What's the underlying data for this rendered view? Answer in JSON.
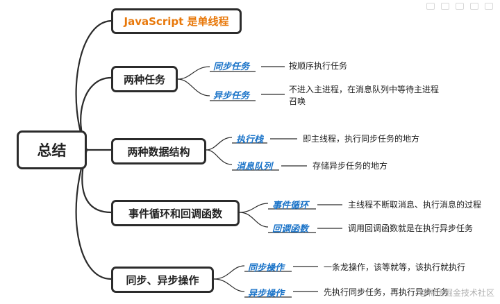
{
  "root": "总结",
  "branches": [
    {
      "label": "JavaScript 是单线程",
      "children": []
    },
    {
      "label": "两种任务",
      "children": [
        {
          "label": "同步任务",
          "desc": "按顺序执行任务"
        },
        {
          "label": "异步任务",
          "desc": "不进入主进程，在消息队列中等待主进程\n召唤"
        }
      ]
    },
    {
      "label": "两种数据结构",
      "children": [
        {
          "label": "执行栈",
          "desc": "即主线程，执行同步任务的地方"
        },
        {
          "label": "消息队列",
          "desc": "存储异步任务的地方"
        }
      ]
    },
    {
      "label": "事件循环和回调函数",
      "children": [
        {
          "label": "事件循环",
          "desc": "主线程不断取消息、执行消息的过程"
        },
        {
          "label": "回调函数",
          "desc": "调用回调函数就是在执行异步任务"
        }
      ]
    },
    {
      "label": "同步、异步操作",
      "children": [
        {
          "label": "同步操作",
          "desc": "一条龙操作，该等就等，该执行就执行"
        },
        {
          "label": "异步操作",
          "desc": "先执行同步任务，再执行异步任务"
        }
      ]
    }
  ],
  "watermark": "@稀土掘金技术社区",
  "colors": {
    "line": "#2b2b2b",
    "orange": "#e8780a",
    "blue": "#1a73c8"
  }
}
